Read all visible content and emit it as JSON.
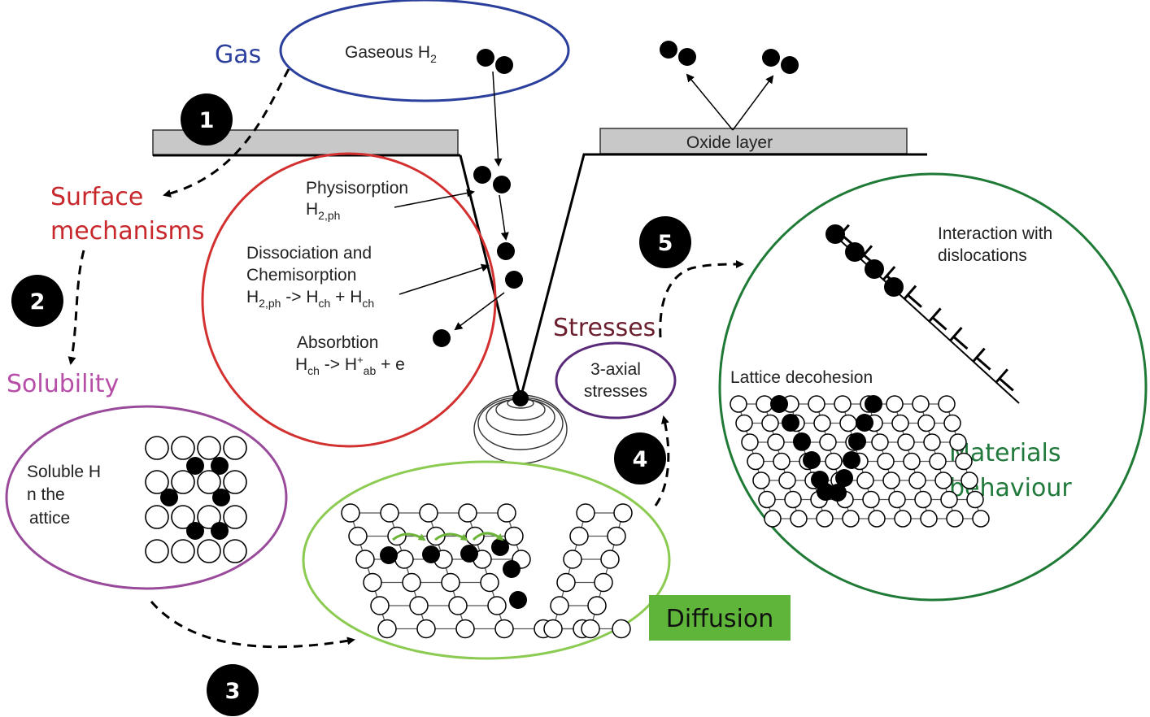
{
  "colors": {
    "gas": "#2b3f9c",
    "surface": "#c8282c",
    "solubility": "#b64ea8",
    "solubility_ring": "#9a4a9a",
    "stresses": "#6b1f2e",
    "stresses_ring": "#5a2a7a",
    "diffusion_ring": "#8ccb52",
    "diffusion_box": "#5fb53a",
    "materials": "#217a3c",
    "materials_ring": "#1f7a36",
    "hop_arrow": "#6db53a",
    "atom_filled": "#000000",
    "lattice_line": "#555555",
    "plate": "#c8c8c8"
  },
  "steps": [
    "1",
    "2",
    "3",
    "4",
    "5"
  ],
  "headings": {
    "gas": "Gas",
    "surface_1": "Surface",
    "surface_2": "mechanisms",
    "solubility": "Solubility",
    "stresses": "Stresses",
    "materials_1": "Materials",
    "materials_2": "behaviour",
    "diffusion": "Diffusion"
  },
  "labels": {
    "gaseous": "Gaseous H",
    "gaseous_sub": "2",
    "oxide": "Oxide layer",
    "physisorption": "Physisorption",
    "ph_h": "H",
    "ph_sub": "2,ph",
    "dissociation": "Dissociation and",
    "chemisorption": "Chemisorption",
    "chem_h1": "H",
    "chem_sub1": "2,ph",
    "chem_arrow": " -> H",
    "chem_sub2": "ch",
    "chem_plus": " + H",
    "chem_sub3": "ch",
    "absorption": "Absorbtion",
    "abs_h": "H",
    "abs_sub1": "ch",
    "abs_arrow": " -> H",
    "abs_sup": "+",
    "abs_sub2": "ab",
    "abs_e": " + e",
    "soluble_1": "Soluble H",
    "soluble_2": "n the",
    "soluble_3": "attice",
    "triaxial_1": "3-axial",
    "triaxial_2": "stresses",
    "dislocations_1": "Interaction with",
    "dislocations_2": "dislocations",
    "decohesion": "Lattice decohesion"
  }
}
